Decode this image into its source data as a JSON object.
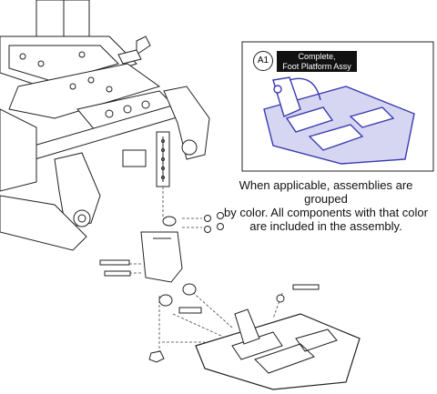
{
  "callout": {
    "badge": "A1",
    "title_line1": "Complete,",
    "title_line2": "Foot Platform Assy"
  },
  "note": {
    "line1": "When applicable, assemblies are grouped",
    "line2": "by color. All components with that color",
    "line3": "are included in the assembly."
  },
  "colors": {
    "line": "#222222",
    "highlight": "#3a3ab0",
    "highlight_fill": "#d6d6f2",
    "label_bg": "#111111"
  }
}
